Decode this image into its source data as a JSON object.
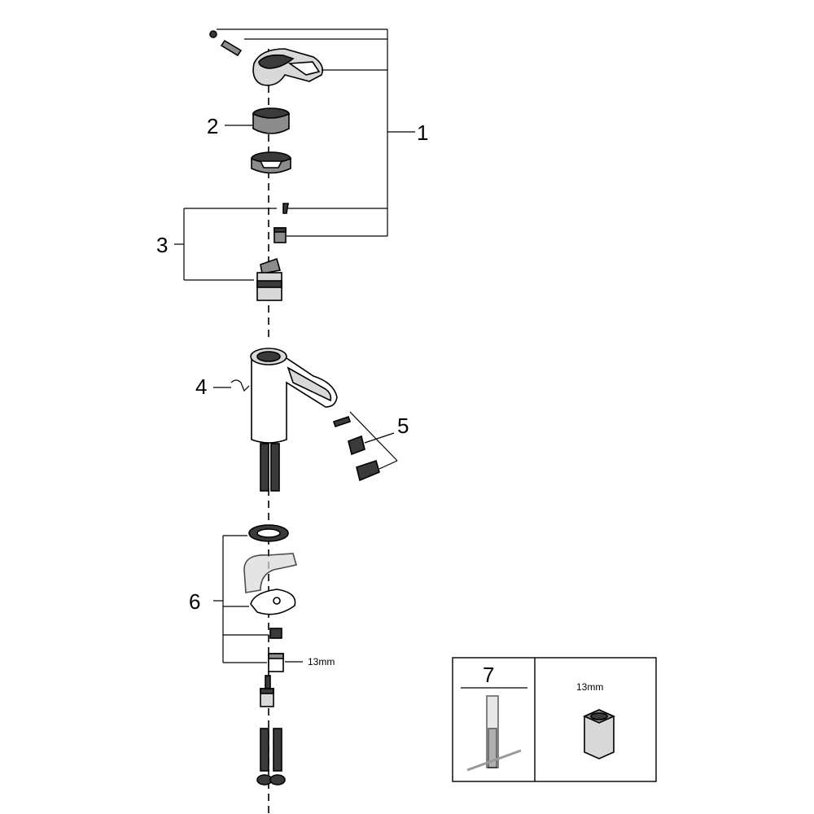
{
  "callouts": {
    "c1": "1",
    "c2": "2",
    "c3": "3",
    "c4": "4",
    "c5": "5",
    "c6": "6",
    "c7": "7"
  },
  "wrench_size_label": "13mm",
  "tool_box_size_label": "13mm"
}
